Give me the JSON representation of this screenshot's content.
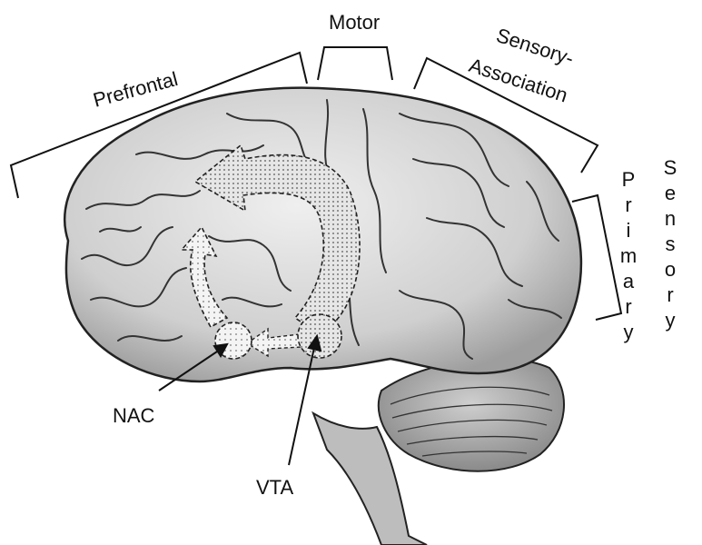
{
  "labels": {
    "prefrontal": "Prefrontal",
    "motor": "Motor",
    "sensory_association_line1": "Sensory-",
    "sensory_association_line2": "Association",
    "primary": "Primary",
    "sensory": "Sensory",
    "nac": "NAC",
    "vta": "VTA"
  },
  "colors": {
    "outline": "#222222",
    "brain_fill": "#d4d4d4",
    "cerebellum_fill": "#bdbdbd",
    "pathway_fill": "#f2f2f2"
  }
}
